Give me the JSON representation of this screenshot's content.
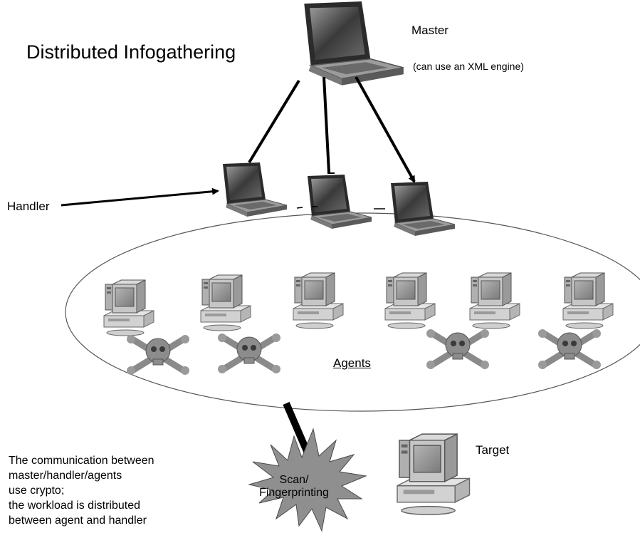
{
  "title": "Distributed Infogathering",
  "master": {
    "label": "Master",
    "note": "(can use an XML engine)",
    "icon": "laptop-icon"
  },
  "handler": {
    "label": "Handler",
    "icon": "laptop-icon"
  },
  "agents": {
    "label": "Agents",
    "icon": "desktop-computer-icon",
    "marker_icon": "skull-crossbones-icon"
  },
  "target": {
    "label": "Target",
    "icon": "desktop-computer-icon"
  },
  "scan": {
    "line1": "Scan/",
    "line2": "Fingerprinting"
  },
  "notes": [
    "The communication between",
    "master/handler/agents",
    "use crypto;",
    "the workload is distributed",
    "between agent and handler"
  ]
}
